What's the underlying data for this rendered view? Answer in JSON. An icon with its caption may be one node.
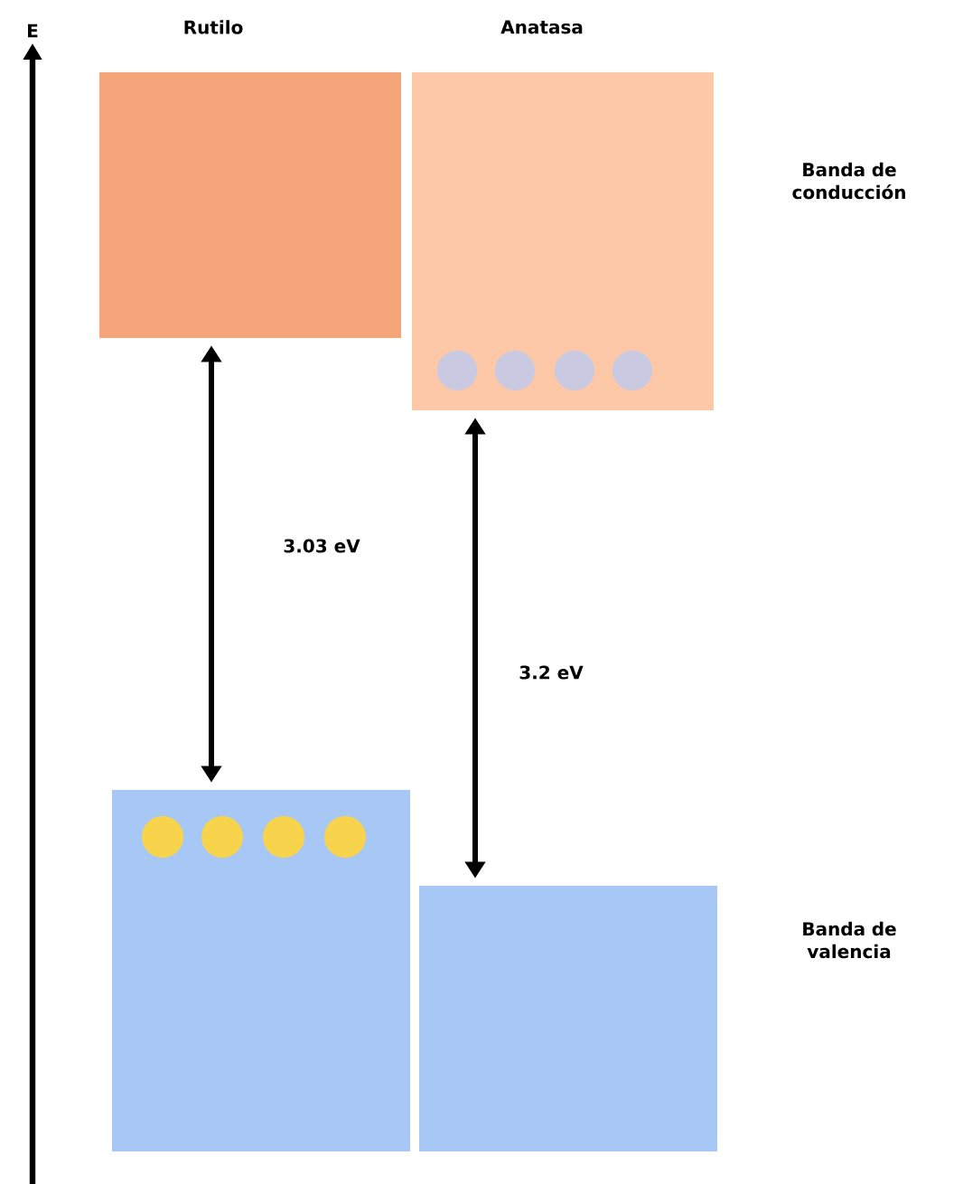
{
  "diagram": {
    "nodes": [
      {
        "text": [],
        "shape": "box"
      },
      {
        "text": [],
        "shape": "box"
      },
      {
        "text": [],
        "shape": "box"
      },
      {
        "text": [],
        "shape": "box"
      }
    ],
    "edges": [
      {
        "from": 0,
        "to": 2,
        "arrow": "both",
        "label": "3.03 eV"
      },
      {
        "from": 1,
        "to": 3,
        "arrow": "both",
        "label": "3.2 eV"
      }
    ],
    "labels": [
      "E",
      "Rutilo",
      "Anatasa",
      "Banda de conducción",
      "Banda de valencia"
    ]
  }
}
